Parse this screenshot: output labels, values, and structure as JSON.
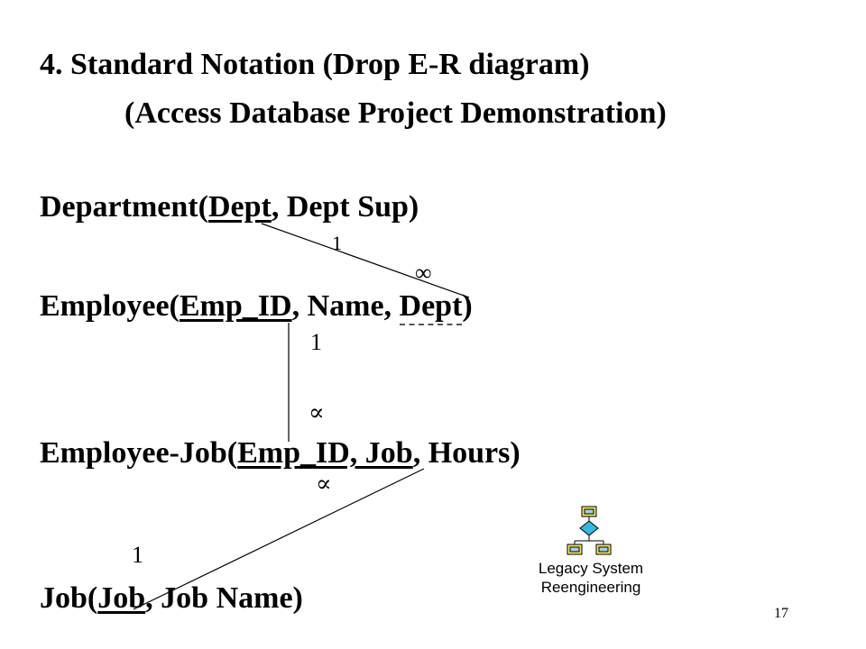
{
  "title_line1": "4. Standard Notation (Drop E-R diagram)",
  "title_line2": "(Access Database Project Demonstration)",
  "relations": {
    "department": {
      "name": "Department(",
      "key": "Dept",
      "rest": ", Dept Sup)"
    },
    "employee": {
      "name": "Employee(",
      "key": "Emp_ID",
      "mid": ", Name, ",
      "fk": "Dept",
      "end": ")"
    },
    "employee_job": {
      "name": "Employee-Job(",
      "key": "Emp_ID, Job",
      "rest": ", Hours)"
    },
    "job": {
      "name": "Job(",
      "key": "Job",
      "rest": ", Job Name)"
    }
  },
  "cardinalities": {
    "dept_one": "1",
    "dept_many": "∞",
    "emp_one": "1",
    "emp_many": "∝",
    "job_many": "∝",
    "job_one": "1"
  },
  "logo": {
    "caption_line1": "Legacy System",
    "caption_line2": "Reengineering",
    "icon": "hierarchy-network-icon"
  },
  "page_number": "17"
}
